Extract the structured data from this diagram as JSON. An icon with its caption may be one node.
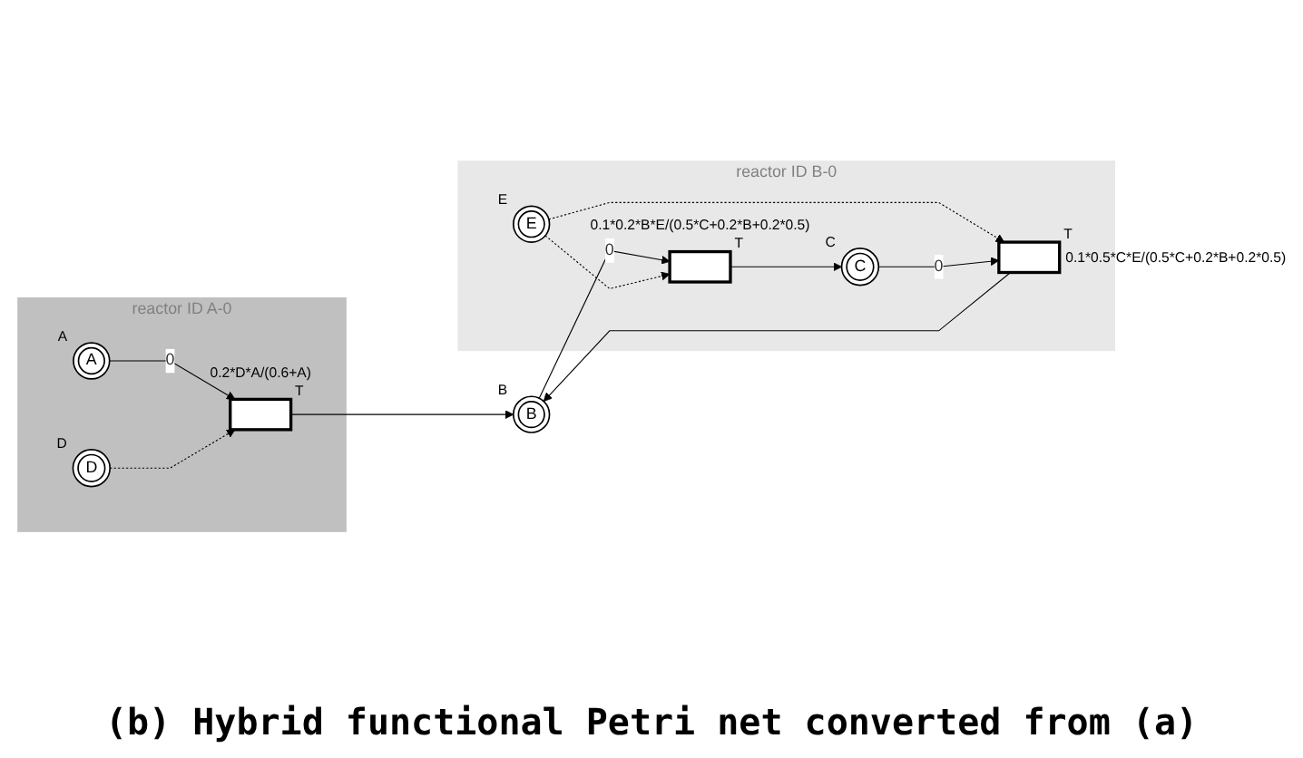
{
  "diagram": {
    "caption": "(b) Hybrid functional Petri net converted from (a)",
    "nodes": [
      {
        "text": [
          "reactor ID A-0"
        ]
      },
      {
        "text": [
          "A"
        ],
        "in": 0,
        "beside": [
          "A"
        ]
      },
      {
        "text": [],
        "shape": "bar",
        "in": 0,
        "beside": [
          "T",
          "0.2*D*A/(0.6+A)"
        ]
      },
      {
        "text": [
          "D"
        ],
        "in": 0,
        "beside": [
          "D"
        ]
      },
      {
        "text": [
          "reactor ID B-0"
        ]
      },
      {
        "text": [
          "B"
        ],
        "beside": [
          "B"
        ]
      },
      {
        "text": [],
        "shape": "bar",
        "in": 4,
        "beside": [
          "T",
          "0.1*0.2*B*E/(0.5*C+0.2*B+0.2*0.5)"
        ]
      },
      {
        "text": [
          "E"
        ],
        "in": 4,
        "beside": [
          "E"
        ]
      },
      {
        "text": [
          "C"
        ],
        "in": 4,
        "beside": [
          "C"
        ]
      },
      {
        "text": [],
        "shape": "bar",
        "in": 4,
        "beside": [
          "T",
          "0.1*0.5*C*E/(0.5*C+0.2*B+0.2*0.5)"
        ]
      }
    ],
    "edges": [
      {
        "from": 1,
        "to": 2,
        "arrow": "to",
        "label": "0"
      },
      {
        "from": 2,
        "to": 5,
        "arrow": "to"
      },
      {
        "from": 3,
        "to": 2,
        "arrow": "to",
        "style": "dashed"
      },
      {
        "from": 5,
        "to": 6,
        "arrow": "to",
        "label": "0"
      },
      {
        "from": 6,
        "to": 8,
        "arrow": "to"
      },
      {
        "from": 7,
        "to": 6,
        "arrow": "to",
        "style": "dashed"
      },
      {
        "from": 7,
        "to": 9,
        "arrow": "to",
        "style": "dashed"
      },
      {
        "from": 8,
        "to": 9,
        "arrow": "to",
        "label": "0"
      },
      {
        "from": 9,
        "to": 5,
        "arrow": "to"
      }
    ]
  }
}
